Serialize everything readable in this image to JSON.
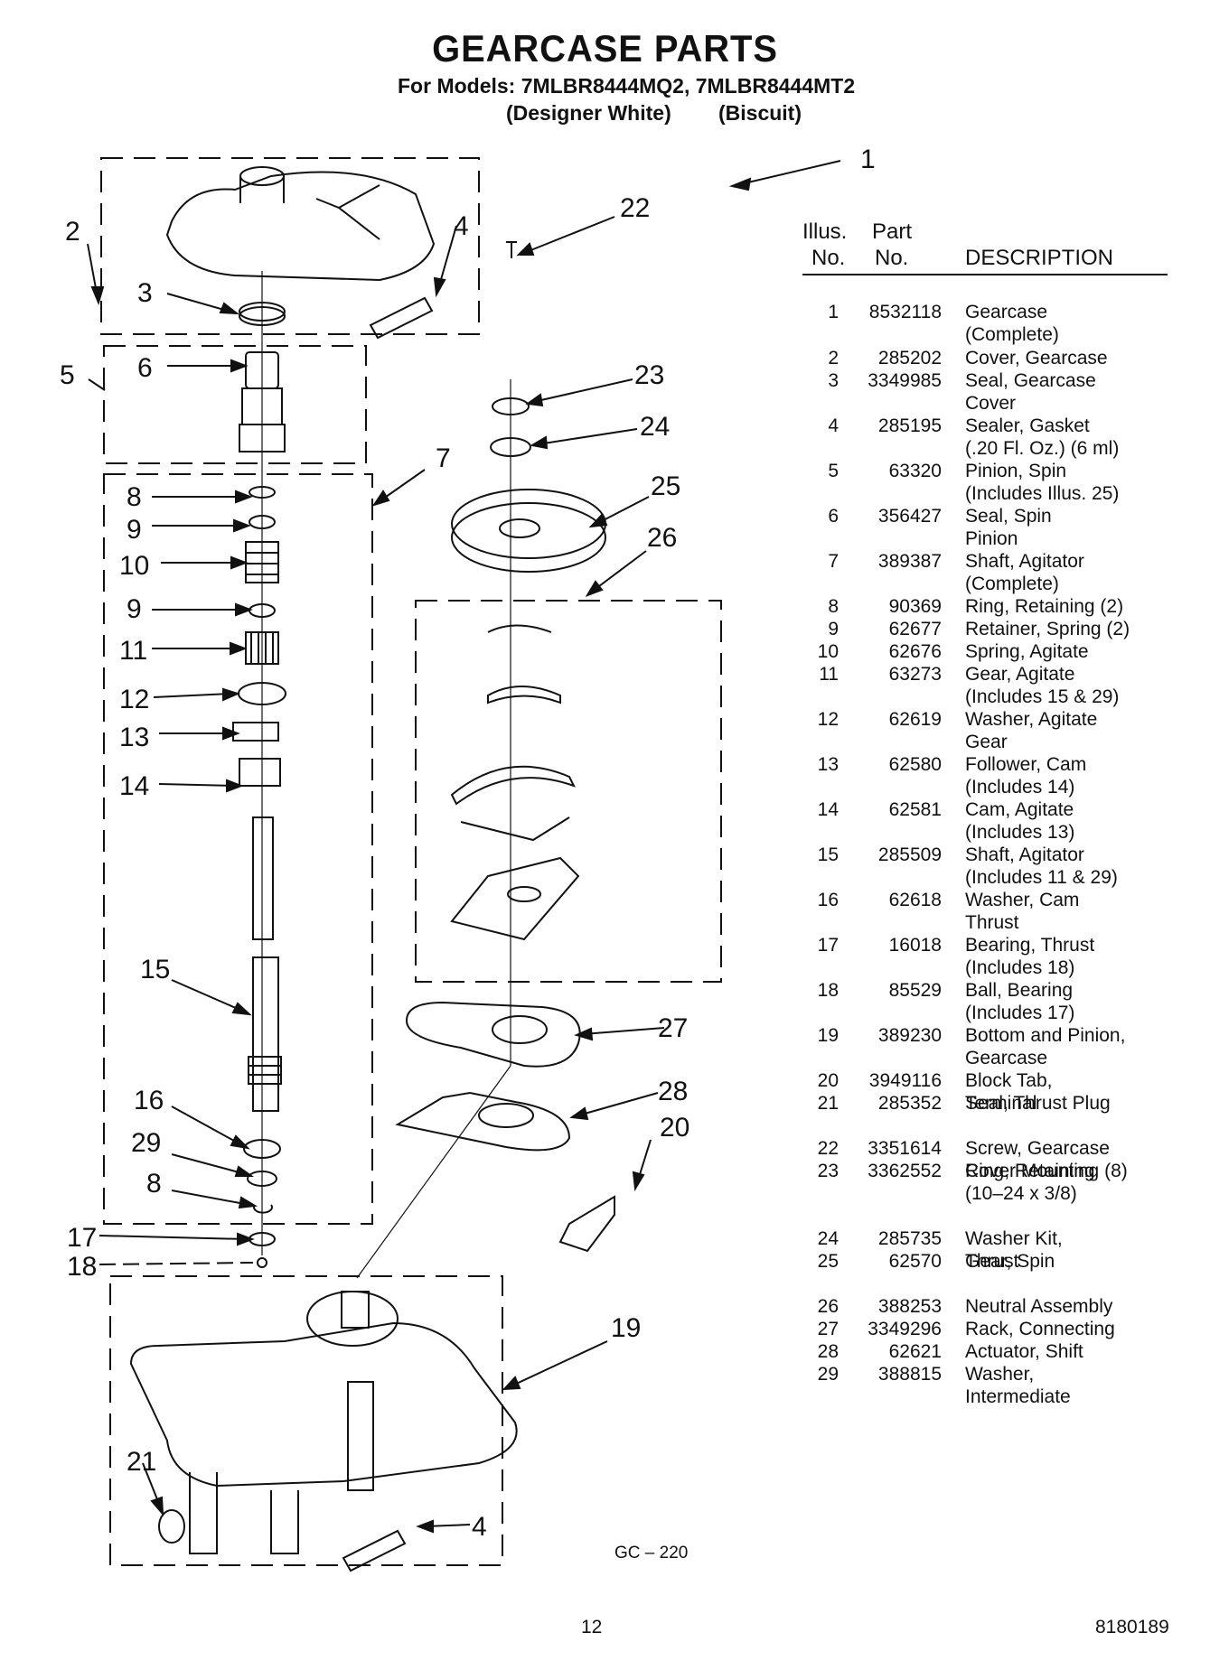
{
  "header": {
    "title": "GEARCASE PARTS",
    "models_line": "For Models: 7MLBR8444MQ2, 7MLBR8444MT2",
    "color_1": "(Designer White)",
    "color_2": "(Biscuit)"
  },
  "table": {
    "col_illus": "Illus.\nNo.",
    "col_illus_1": "Illus.",
    "col_illus_2": "No.",
    "col_part_1": "Part",
    "col_part_2": "No.",
    "col_desc": "DESCRIPTION",
    "rows": [
      {
        "no": "1",
        "part": "8532118",
        "desc": "Gearcase\n(Complete)"
      },
      {
        "no": "2",
        "part": "285202",
        "desc": "Cover, Gearcase"
      },
      {
        "no": "3",
        "part": "3349985",
        "desc": "Seal, Gearcase\nCover"
      },
      {
        "no": "4",
        "part": "285195",
        "desc": "Sealer, Gasket\n(.20 Fl. Oz.) (6 ml)"
      },
      {
        "no": "5",
        "part": "63320",
        "desc": "Pinion, Spin\n(Includes Illus. 25)"
      },
      {
        "no": "6",
        "part": "356427",
        "desc": "Seal, Spin\nPinion"
      },
      {
        "no": "7",
        "part": "389387",
        "desc": "Shaft, Agitator\n(Complete)"
      },
      {
        "no": "8",
        "part": "90369",
        "desc": "Ring, Retaining (2)"
      },
      {
        "no": "9",
        "part": "62677",
        "desc": "Retainer, Spring (2)"
      },
      {
        "no": "10",
        "part": "62676",
        "desc": "Spring, Agitate"
      },
      {
        "no": "11",
        "part": "63273",
        "desc": "Gear, Agitate\n(Includes 15 & 29)"
      },
      {
        "no": "12",
        "part": "62619",
        "desc": "Washer, Agitate\nGear"
      },
      {
        "no": "13",
        "part": "62580",
        "desc": "Follower, Cam\n(Includes 14)"
      },
      {
        "no": "14",
        "part": "62581",
        "desc": "Cam, Agitate\n(Includes 13)"
      },
      {
        "no": "15",
        "part": "285509",
        "desc": "Shaft, Agitator\n(Includes 11 & 29)"
      },
      {
        "no": "16",
        "part": "62618",
        "desc": "Washer, Cam\nThrust"
      },
      {
        "no": "17",
        "part": "16018",
        "desc": "Bearing, Thrust\n(Includes 18)"
      },
      {
        "no": "18",
        "part": "85529",
        "desc": "Ball, Bearing\n(Includes 17)"
      },
      {
        "no": "19",
        "part": "389230",
        "desc": "Bottom and Pinion,\nGearcase"
      },
      {
        "no": "20",
        "part": "3949116",
        "desc": "Block Tab,\nTerminal"
      },
      {
        "no": "21",
        "part": "285352",
        "desc": "Seal, Thrust Plug"
      },
      {
        "no": "22",
        "part": "3351614",
        "desc": "Screw, Gearcase\nCover Mounting (8)\n(10–24 x 3/8)"
      },
      {
        "no": "23",
        "part": "3362552",
        "desc": "Ring, Retaining"
      },
      {
        "no": "24",
        "part": "285735",
        "desc": "Washer Kit,\nThrust"
      },
      {
        "no": "25",
        "part": "62570",
        "desc": "Gear, Spin"
      },
      {
        "no": "26",
        "part": "388253",
        "desc": "Neutral Assembly"
      },
      {
        "no": "27",
        "part": "3349296",
        "desc": "Rack, Connecting"
      },
      {
        "no": "28",
        "part": "62621",
        "desc": "Actuator, Shift"
      },
      {
        "no": "29",
        "part": "388815",
        "desc": "Washer,\nIntermediate"
      }
    ]
  },
  "diagram": {
    "callouts": [
      "1",
      "2",
      "3",
      "4",
      "22",
      "5",
      "6",
      "7",
      "8",
      "9",
      "10",
      "9",
      "11",
      "12",
      "13",
      "14",
      "15",
      "16",
      "29",
      "8",
      "17",
      "18",
      "23",
      "24",
      "25",
      "26",
      "27",
      "28",
      "20",
      "19",
      "21",
      "4"
    ],
    "code": "GC – 220"
  },
  "footer": {
    "page": "12",
    "doc_number": "8180189"
  }
}
